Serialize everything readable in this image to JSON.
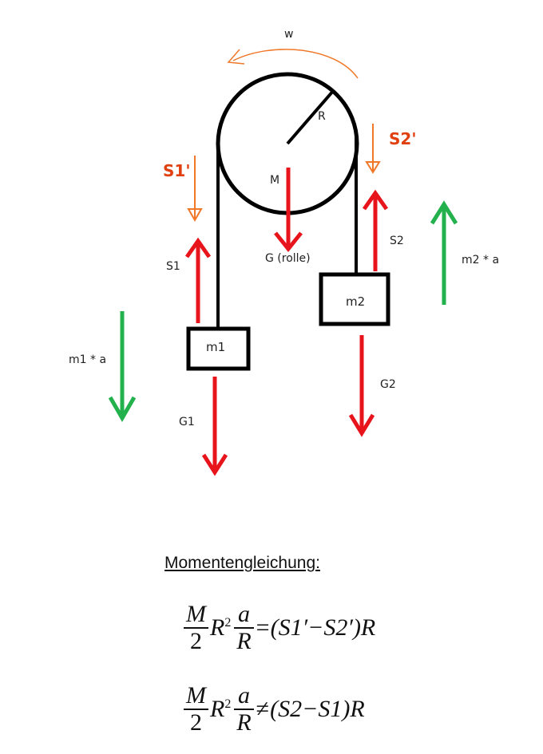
{
  "labels": {
    "omega": "w",
    "radius": "R",
    "mass_pulley": "M",
    "s1_prime": "S1'",
    "s2_prime": "S2'",
    "s1": "S1",
    "s2": "S2",
    "g_pulley": "G (rolle)",
    "m1": "m1",
    "m2": "m2",
    "m1a": "m1 * a",
    "m2a": "m2 * a",
    "g1": "G1",
    "g2": "G2"
  },
  "heading": "Momentengleichung:",
  "eq1": {
    "frac1_num": "M",
    "frac1_den": "2",
    "r": "R",
    "r_exp": "2",
    "frac2_num": "a",
    "frac2_den": "R",
    "relation": "=",
    "rhs": "(S1′−S2′)R"
  },
  "eq2": {
    "frac1_num": "M",
    "frac1_den": "2",
    "r": "R",
    "r_exp": "2",
    "frac2_num": "a",
    "frac2_den": "R",
    "relation": "≠",
    "rhs": "(S2−S1)R"
  },
  "colors": {
    "red": "#e8141c",
    "orange": "#f07828",
    "label_orange": "#e04010",
    "green": "#22b14c",
    "black": "#000000"
  }
}
